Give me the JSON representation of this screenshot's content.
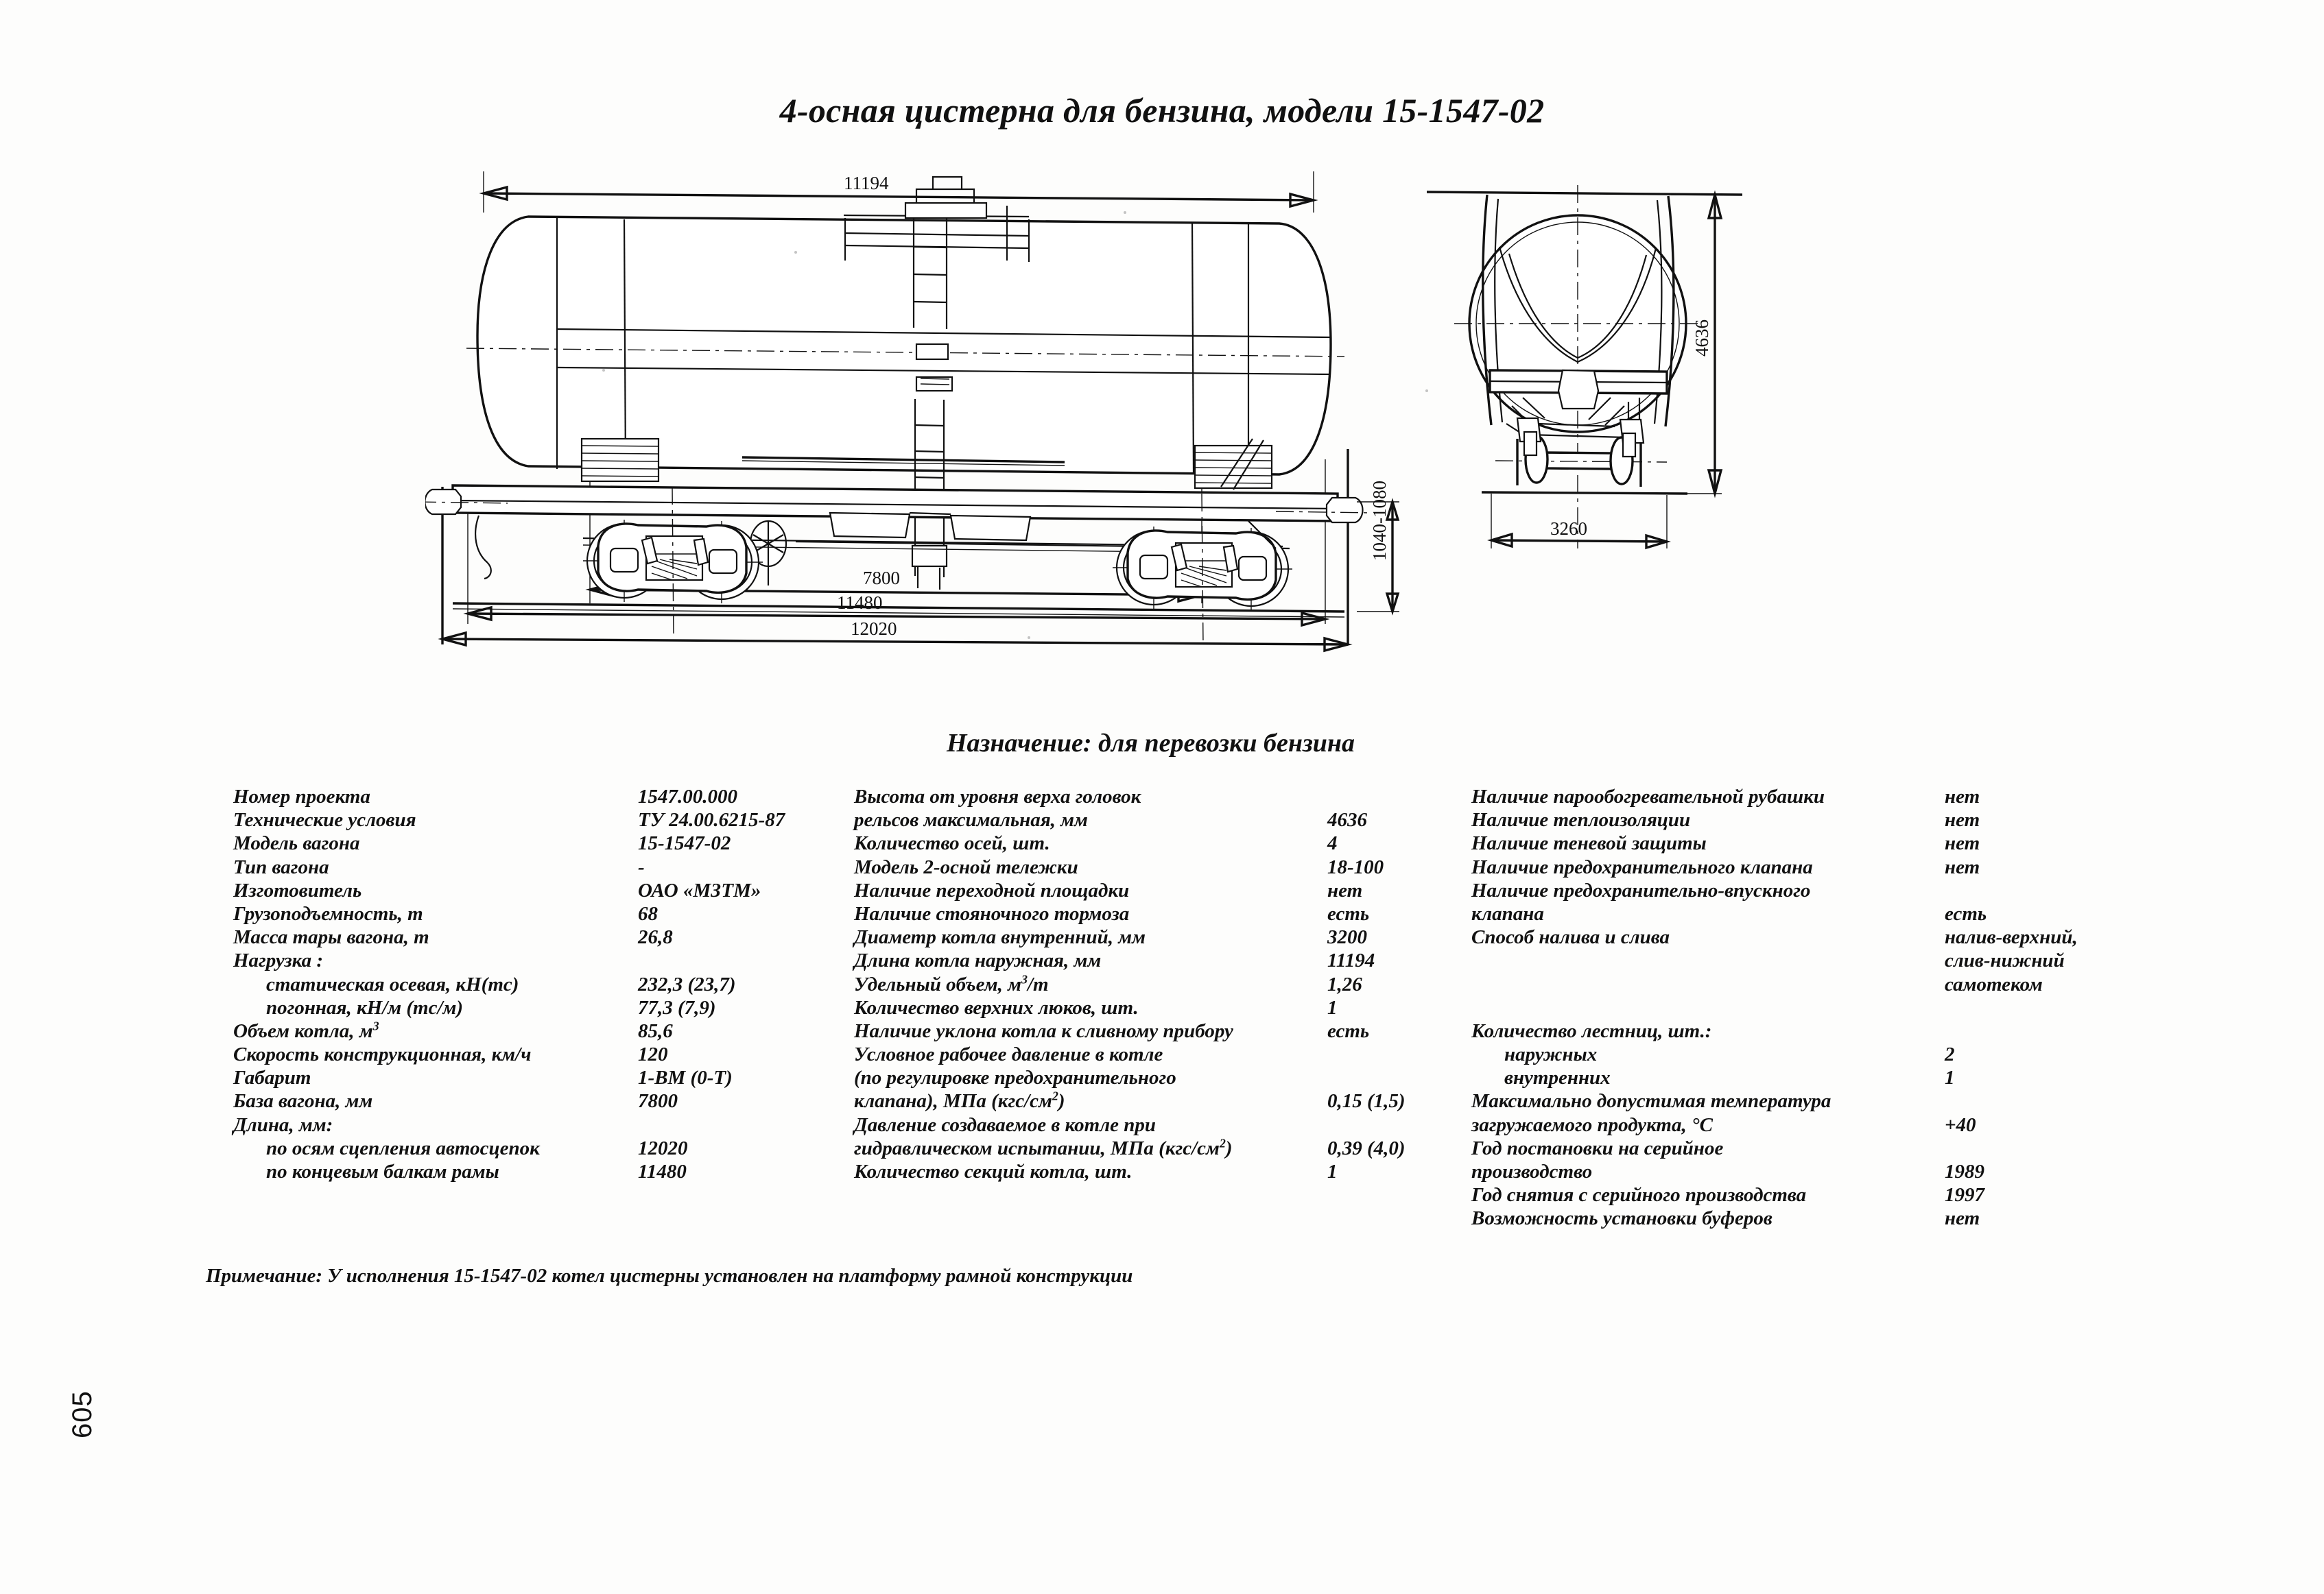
{
  "page": {
    "title": "4-осная цистерна для бензина, модели 15-1547-02",
    "purpose": "Назначение: для перевозки бензина",
    "note": "Примечание: У исполнения 15-1547-02 котел цистерны установлен на платформу рамной конструкции",
    "page_number": "605"
  },
  "drawing": {
    "dimensions": {
      "tank_outer_length": "11194",
      "wagon_base": "7800",
      "length_end_beams": "11480",
      "length_couplers": "12020",
      "coupler_height": "1040-1080",
      "max_height": "4636",
      "width": "3260"
    },
    "views": {
      "side_view_name": "side-elevation",
      "end_view_name": "end-elevation"
    }
  },
  "specs": {
    "left": [
      {
        "label": "Номер проекта",
        "value": "1547.00.000",
        "indent": 0
      },
      {
        "label": "Технические условия",
        "value": "ТУ 24.00.6215-87",
        "indent": 0
      },
      {
        "label": "Модель вагона",
        "value": "15-1547-02",
        "indent": 0
      },
      {
        "label": "Тип вагона",
        "value": "-",
        "indent": 0
      },
      {
        "label": "Изготовитель",
        "value": "ОАО «МЗТМ»",
        "indent": 0
      },
      {
        "label": "Грузоподъемность, т",
        "value": "68",
        "indent": 0
      },
      {
        "label": "Масса тары вагона, т",
        "value": "26,8",
        "indent": 0
      },
      {
        "label": "Нагрузка :",
        "value": "",
        "indent": 0
      },
      {
        "label": "статическая осевая, кН(тс)",
        "value": "232,3 (23,7)",
        "indent": 1
      },
      {
        "label": "погонная, кН/м (тс/м)",
        "value": "77,3 (7,9)",
        "indent": 1
      },
      {
        "label": "Объем котла, м³",
        "value": "85,6",
        "indent": 0
      },
      {
        "label": "Скорость конструкционная, км/ч",
        "value": "120",
        "indent": 0
      },
      {
        "label": "Габарит",
        "value": "1-ВМ (0-Т)",
        "indent": 0
      },
      {
        "label": "База вагона, мм",
        "value": "7800",
        "indent": 0
      },
      {
        "label": "Длина, мм:",
        "value": "",
        "indent": 0
      },
      {
        "label": "по осям сцепления автосцепок",
        "value": "12020",
        "indent": 1
      },
      {
        "label": "по концевым балкам рамы",
        "value": "11480",
        "indent": 1
      }
    ],
    "middle": [
      {
        "label": "Высота от уровня верха головок",
        "value": "",
        "indent": 0
      },
      {
        "label": "рельсов максимальная, мм",
        "value": "4636",
        "indent": 0
      },
      {
        "label": "Количество осей, шт.",
        "value": "4",
        "indent": 0
      },
      {
        "label": "Модель 2-осной тележки",
        "value": "18-100",
        "indent": 0
      },
      {
        "label": "Наличие переходной площадки",
        "value": "нет",
        "indent": 0
      },
      {
        "label": "Наличие стояночного тормоза",
        "value": "есть",
        "indent": 0
      },
      {
        "label": "Диаметр котла внутренний, мм",
        "value": "3200",
        "indent": 0
      },
      {
        "label": "Длина котла наружная, мм",
        "value": "11194",
        "indent": 0
      },
      {
        "label": "Удельный объем, м³/т",
        "value": "1,26",
        "indent": 0
      },
      {
        "label": "Количество верхних люков, шт.",
        "value": "1",
        "indent": 0
      },
      {
        "label": "Наличие уклона котла к сливному прибору",
        "value": "есть",
        "indent": 0
      },
      {
        "label": "Условное рабочее давление в котле",
        "value": "",
        "indent": 0
      },
      {
        "label": "(по регулировке предохранительного",
        "value": "",
        "indent": 0
      },
      {
        "label": "клапана), МПа (кгс/см²)",
        "value": "0,15 (1,5)",
        "indent": 0
      },
      {
        "label": "Давление создаваемое в котле при",
        "value": "",
        "indent": 0
      },
      {
        "label": "гидравлическом испытании, МПа (кгс/см²)",
        "value": "0,39 (4,0)",
        "indent": 0
      },
      {
        "label": "Количество секций котла, шт.",
        "value": "1",
        "indent": 0
      }
    ],
    "right": [
      {
        "label": "Наличие парообогревательной рубашки",
        "value": "нет",
        "indent": 0
      },
      {
        "label": "Наличие теплоизоляции",
        "value": "нет",
        "indent": 0
      },
      {
        "label": "Наличие теневой защиты",
        "value": "нет",
        "indent": 0
      },
      {
        "label": "Наличие предохранительного клапана",
        "value": "нет",
        "indent": 0
      },
      {
        "label": "Наличие предохранительно-впускного",
        "value": "",
        "indent": 0
      },
      {
        "label": "клапана",
        "value": "есть",
        "indent": 0
      },
      {
        "label": "Способ налива и слива",
        "value": "налив-верхний,",
        "indent": 0
      },
      {
        "label": "",
        "value": "слив-нижний",
        "indent": 0
      },
      {
        "label": "",
        "value": "самотеком",
        "indent": 0
      },
      {
        "label": "",
        "value": "",
        "indent": 0
      },
      {
        "label": "Количество лестниц, шт.:",
        "value": "",
        "indent": 0
      },
      {
        "label": "наружных",
        "value": "2",
        "indent": 1
      },
      {
        "label": "внутренних",
        "value": "1",
        "indent": 1
      },
      {
        "label": "Максимально допустимая температура",
        "value": "",
        "indent": 0
      },
      {
        "label": "загружаемого продукта, °С",
        "value": "+40",
        "indent": 0
      },
      {
        "label": "Год постановки на серийное",
        "value": "",
        "indent": 0
      },
      {
        "label": "производство",
        "value": "1989",
        "indent": 0
      },
      {
        "label": "Год снятия с серийного производства",
        "value": "1997",
        "indent": 0
      },
      {
        "label": "Возможность установки буферов",
        "value": "нет",
        "indent": 0
      }
    ]
  }
}
